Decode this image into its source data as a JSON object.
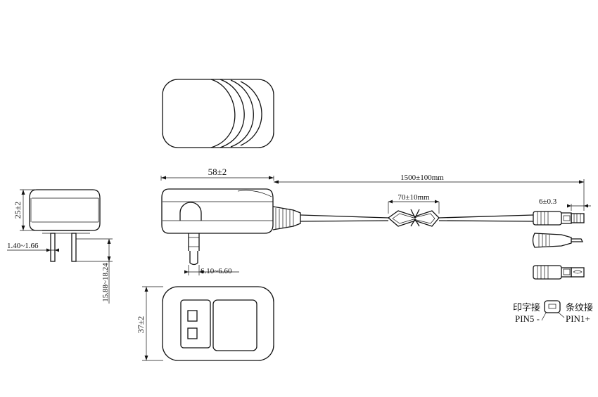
{
  "dimensions": {
    "width": "58±2",
    "cable": "1500±100mm",
    "tie": "70±10mm",
    "tip": "6±0.3",
    "height": "25±2",
    "pin_thickness": "1.40~1.66",
    "pin_length": "15.88~18.24",
    "pin_width": "6.10~6.60",
    "depth": "37±2"
  },
  "pinout": {
    "left_label": "印字接",
    "right_label": "条纹接",
    "left_pin": "PIN5 -",
    "right_pin": "PIN1+"
  }
}
